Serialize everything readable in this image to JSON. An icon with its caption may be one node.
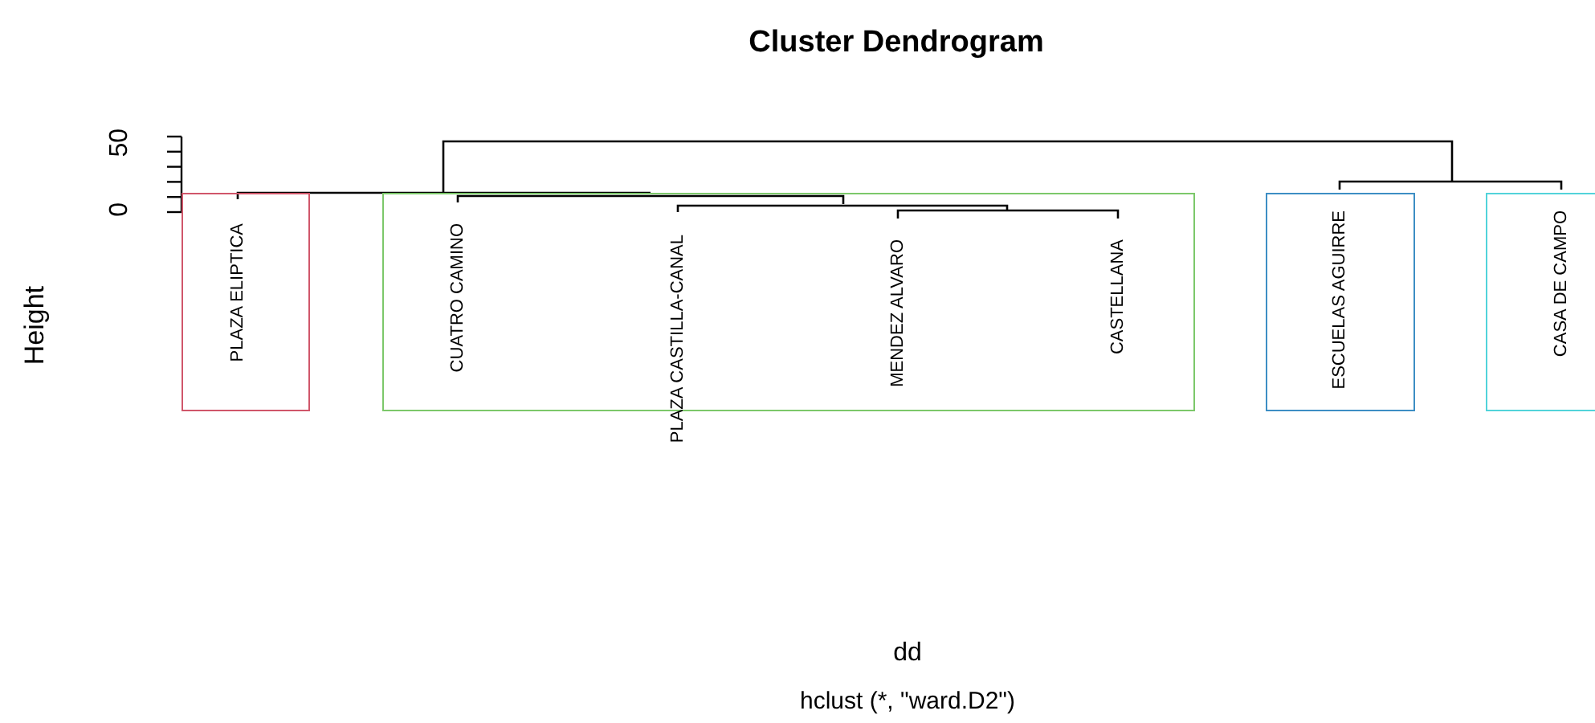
{
  "diagram": {
    "title": "Cluster Dendrogram",
    "nodes": [
      {
        "text": [
          "PLAZA ELIPTICA"
        ]
      },
      {
        "text": [
          "CUATRO CAMINO",
          "PLAZA CASTILLA-CANAL",
          "MENDEZ ALVARO",
          "CASTELLANA"
        ]
      },
      {
        "text": [
          "ESCUELAS AGUIRRE"
        ]
      },
      {
        "text": [
          "CASA DE CAMPO"
        ]
      }
    ],
    "labels": [
      "Height",
      "0",
      "50",
      "dd",
      "hclust (*, \"ward.D2\")"
    ]
  }
}
